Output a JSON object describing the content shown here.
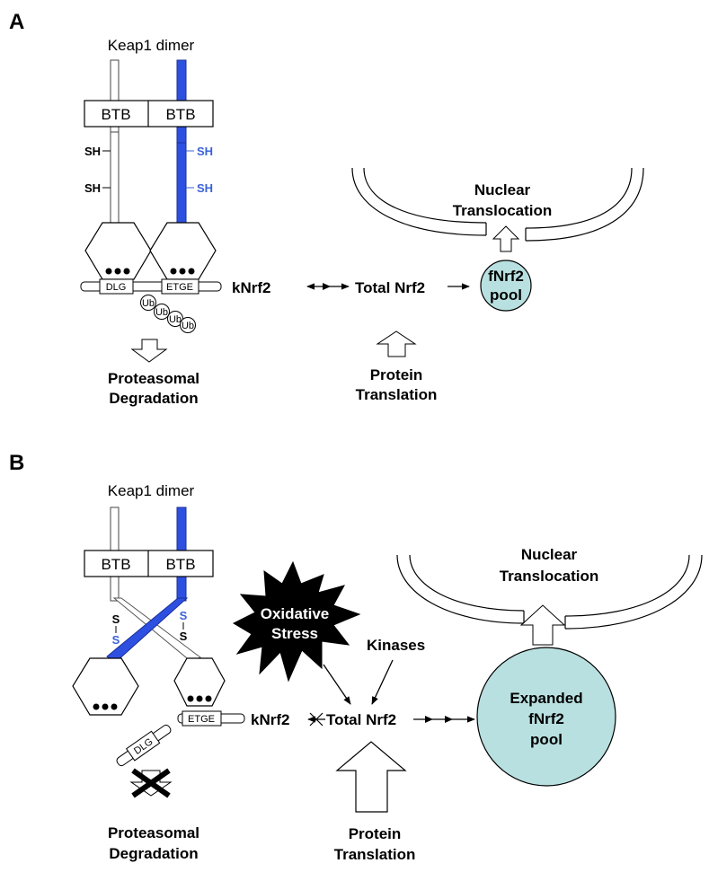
{
  "panel_a": {
    "letter": "A",
    "dimer_title": "Keap1 dimer",
    "btb_left": "BTB",
    "btb_right": "BTB",
    "sh_left_1": "SH",
    "sh_left_2": "SH",
    "sh_right_1": "SH",
    "sh_right_2": "SH",
    "dlg": "DLG",
    "etge": "ETGE",
    "ub": "Ub",
    "knrf2": "kNrf2",
    "total_nrf2": "Total Nrf2",
    "pool_line1": "fNrf2",
    "pool_line2": "pool",
    "nuclear_line1": "Nuclear",
    "nuclear_line2": "Translocation",
    "proteasomal_line1": "Proteasomal",
    "proteasomal_line2": "Degradation",
    "protein_line1": "Protein",
    "protein_line2": "Translation"
  },
  "panel_b": {
    "letter": "B",
    "dimer_title": "Keap1 dimer",
    "btb_left": "BTB",
    "btb_right": "BTB",
    "s_label": "S",
    "dlg": "DLG",
    "etge": "ETGE",
    "oxidative_line1": "Oxidative",
    "oxidative_line2": "Stress",
    "kinases": "Kinases",
    "knrf2": "kNrf2",
    "total_nrf2": "Total Nrf2",
    "pool_line1": "Expanded",
    "pool_line2": "fNrf2",
    "pool_line3": "pool",
    "nuclear_line1": "Nuclear",
    "nuclear_line2": "Translocation",
    "proteasomal_line1": "Proteasomal",
    "proteasomal_line2": "Degradation",
    "protein_line1": "Protein",
    "protein_line2": "Translation"
  },
  "colors": {
    "keap1_blue": "#2e50e0",
    "sh_blue": "#3a62d8",
    "pool_fill": "#b9e0e0",
    "black": "#000000"
  }
}
